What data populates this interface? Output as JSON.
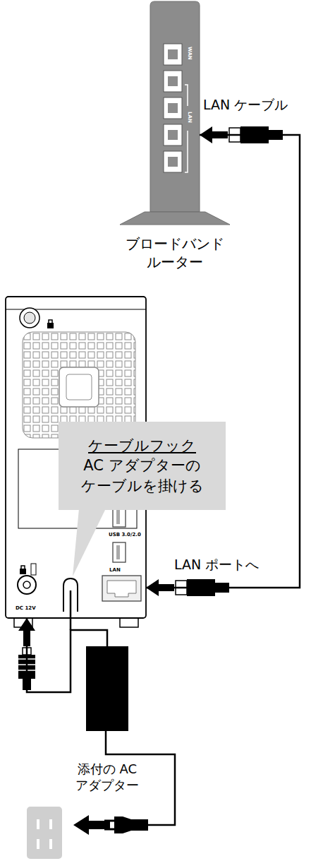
{
  "diagram": {
    "nodes": [
      {
        "text": [
          "WAN",
          "LAN",
          "ブロードバンド ルーター"
        ]
      },
      {
        "text": [
          "USB 3.0/2.0",
          "LAN",
          "DC 12V"
        ]
      },
      {
        "text": [
          "ケーブルフック",
          "AC アダプターの ケーブルを掛ける"
        ]
      },
      {
        "text": [
          "添付の AC アダプター"
        ]
      }
    ],
    "edges": [
      {
        "from": 1,
        "to": 0,
        "arrow": "both"
      },
      {
        "from": 3,
        "to": 1,
        "arrow": "to"
      }
    ],
    "labels": [
      "LAN ケーブル",
      "LAN ポートへ"
    ]
  }
}
